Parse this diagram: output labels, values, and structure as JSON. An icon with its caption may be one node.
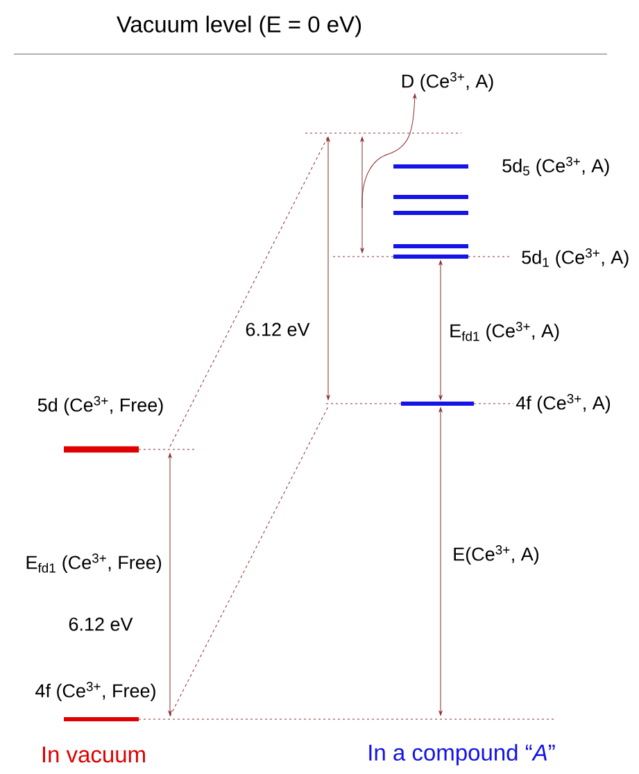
{
  "diagram": {
    "title": "Vacuum level (E = 0 eV)",
    "nodes": [
      {
        "text": [
          "5d (Ce$^{3+}$, Free)"
        ]
      },
      {
        "text": [
          "4f (Ce$^{3+}$, Free)"
        ]
      },
      {
        "text": [],
        "shape": "line"
      },
      {
        "text": [
          "5d$_{5}$ (Ce$^{3+}$, A)"
        ]
      },
      {
        "text": [],
        "shape": "bar"
      },
      {
        "text": [],
        "shape": "bar"
      },
      {
        "text": [],
        "shape": "bar"
      },
      {
        "text": [
          "5d$_{1}$ (Ce$^{3+}$, A)"
        ]
      },
      {
        "text": [
          "4f (Ce$^{3+}$, A)"
        ]
      },
      {
        "text": [
          "D (Ce$^{3+}$, A)"
        ]
      }
    ],
    "edges": [
      {
        "from": 1,
        "to": 0,
        "arrow": "both",
        "label": "E$_{fd1}$ (Ce$^{3+}$, Free)"
      },
      {
        "from": 8,
        "to": 2,
        "arrow": "both",
        "label": "6.12 eV"
      },
      {
        "from": 7,
        "to": 2,
        "arrow": "both"
      },
      {
        "from": 1,
        "to": 8,
        "arrow": "both",
        "label": "E(Ce$^{3+}$, A)"
      },
      {
        "from": 8,
        "to": 7,
        "arrow": "both",
        "label": "E$_{fd1}$ (Ce$^{3+}$, A)"
      },
      {
        "from": 0,
        "to": 2,
        "arrow": "none",
        "style": "dashed"
      },
      {
        "from": 1,
        "to": 8,
        "arrow": "none",
        "style": "dashed"
      },
      {
        "from": null,
        "to": 9,
        "arrow": "to"
      }
    ],
    "labels": [
      "6.12 eV",
      "In vacuum",
      "In a compound “*A*”"
    ]
  }
}
